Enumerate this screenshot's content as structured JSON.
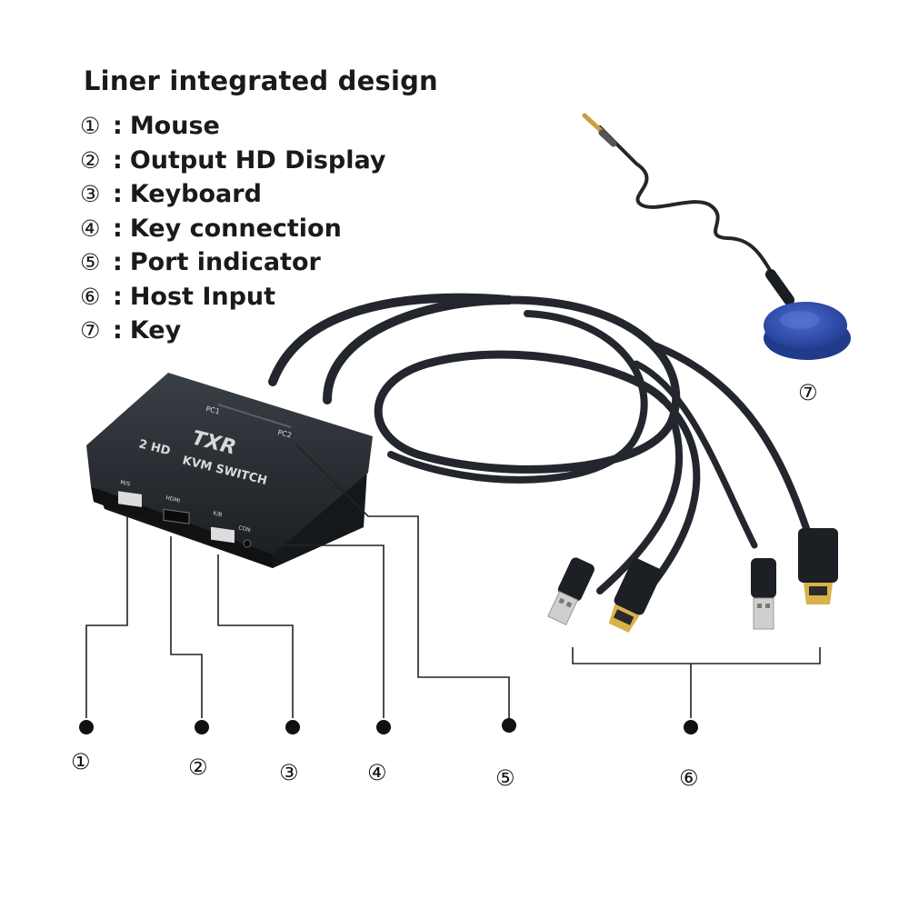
{
  "title": "Liner integrated design",
  "legend": [
    {
      "num": "①",
      "sep": ":",
      "label": "Mouse"
    },
    {
      "num": "②",
      "sep": ":",
      "label": "Output HD Display"
    },
    {
      "num": "③",
      "sep": ":",
      "label": "Keyboard"
    },
    {
      "num": "④",
      "sep": ":",
      "label": "Key connection"
    },
    {
      "num": "⑤",
      "sep": ":",
      "label": "Port indicator"
    },
    {
      "num": "⑥",
      "sep": ":",
      "label": "Host Input"
    },
    {
      "num": "⑦",
      "sep": ":",
      "label": "Key"
    }
  ],
  "device": {
    "brand": "TXR",
    "model_left": "2 HD",
    "model_right": "KVM SWITCH",
    "indicator_pc1": "PC1",
    "indicator_pc2": "PC2",
    "port_ms": "M/S",
    "port_hdmi": "HDMI",
    "port_kb": "K/B",
    "port_con": "CON"
  },
  "callouts": [
    "①",
    "②",
    "③",
    "④",
    "⑤",
    "⑥",
    "⑦"
  ],
  "colors": {
    "device": "#1f2328",
    "cable": "#23272d",
    "key_button": "#2f4fa8",
    "leader_line": "#222222"
  }
}
